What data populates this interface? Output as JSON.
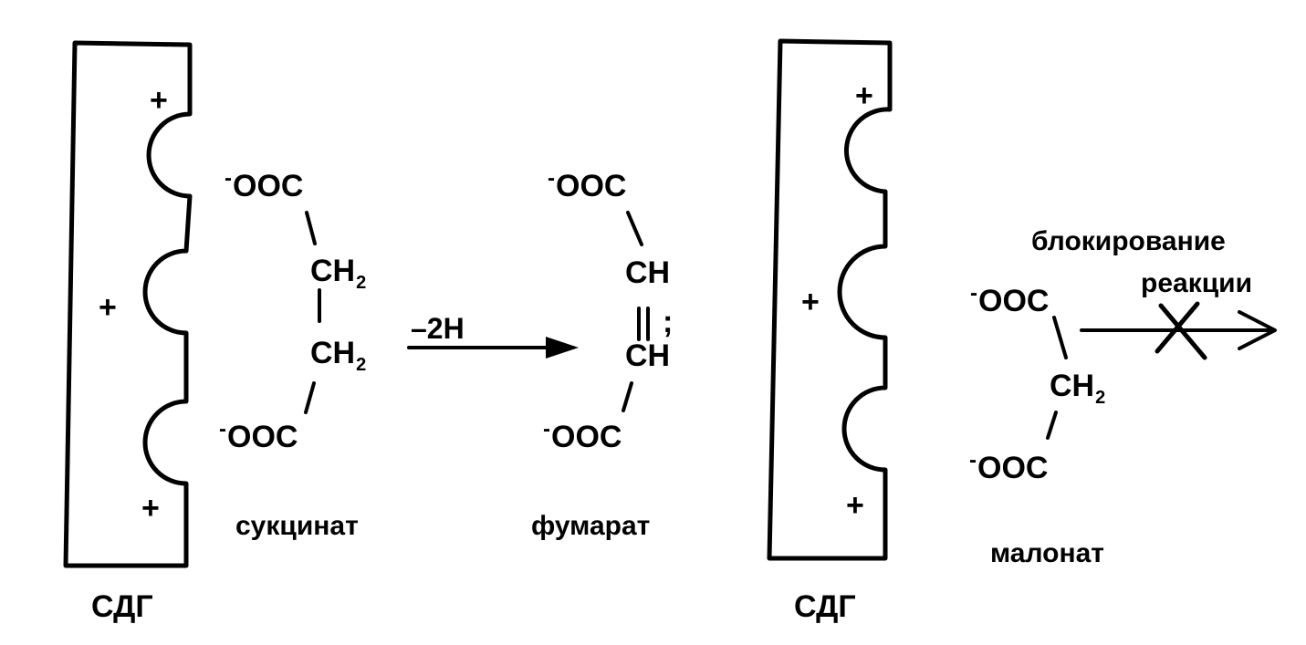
{
  "enzyme_label": "СДГ",
  "enzyme_charge": "+",
  "left": {
    "succinate": {
      "top_group": "OOC",
      "top_charge": "-",
      "ch2_top": "CH",
      "ch2_bottom": "CH",
      "h_sub": "2",
      "bottom_group": "OOC",
      "bottom_charge": "-",
      "name": "сукцинат"
    },
    "reaction_label": "–2H",
    "fumarate": {
      "top_group": "OOC",
      "top_charge": "-",
      "ch_top": "CH",
      "ch_bottom": "CH",
      "separator": ";",
      "bottom_group": "OOC",
      "bottom_charge": "-",
      "name": "фумарат"
    }
  },
  "right": {
    "malonate": {
      "top_group": "OOC",
      "top_charge": "-",
      "ch2": "CH",
      "h_sub": "2",
      "bottom_group": "OOC",
      "bottom_charge": "-",
      "name": "малонат"
    },
    "block_line1": "блокирование",
    "block_line2": "реакции"
  }
}
